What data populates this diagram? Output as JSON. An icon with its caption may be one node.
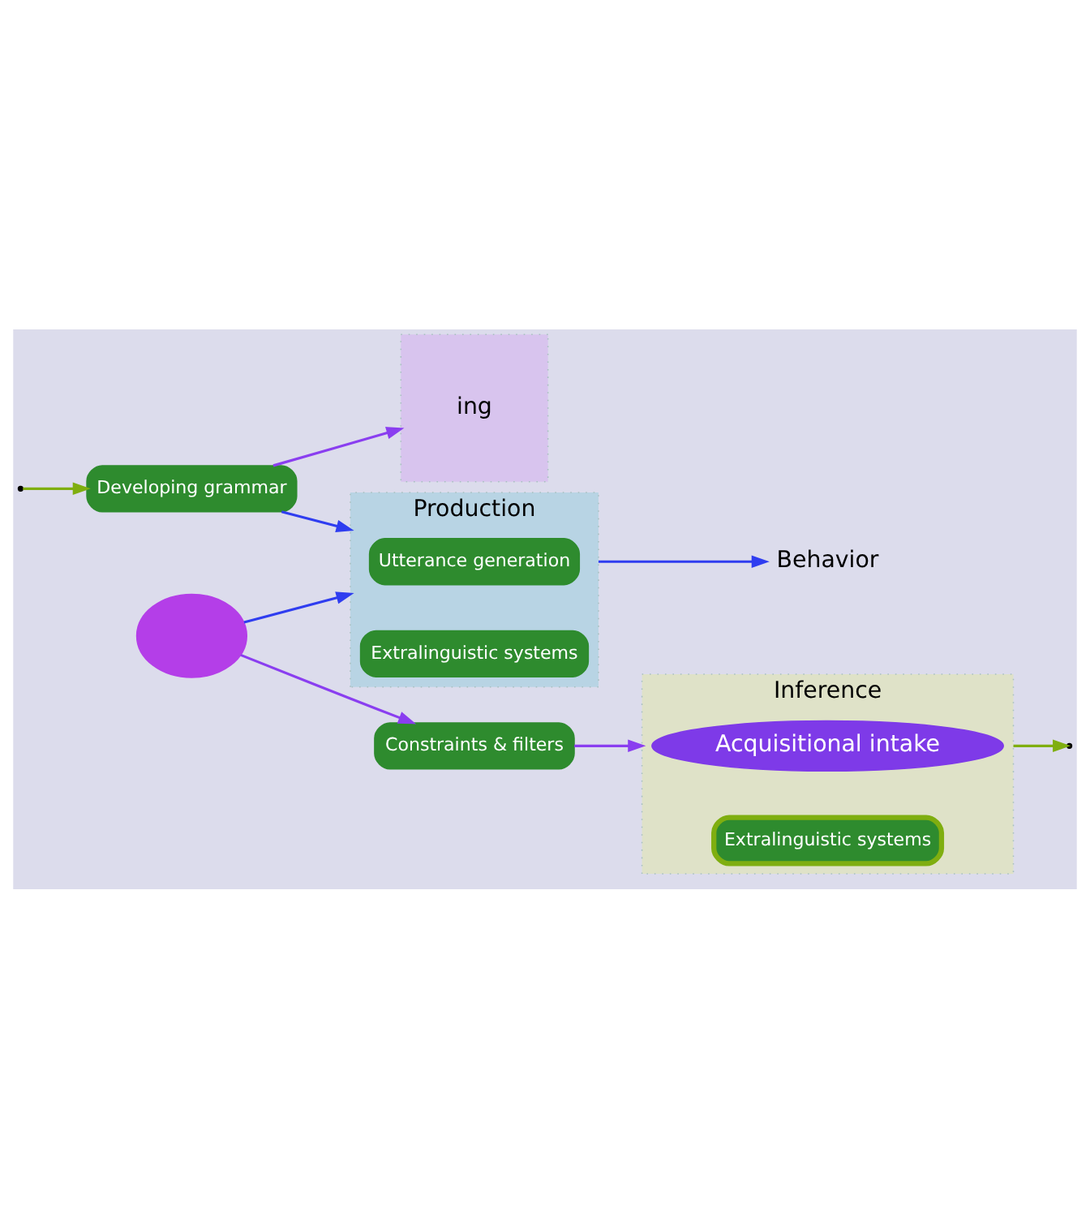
{
  "diagram": {
    "nodes": [
      {
        "text": [
          "Behavior"
        ]
      },
      {
        "text": [
          "ing"
        ]
      },
      {
        "text": [
          "Production"
        ]
      },
      {
        "text": [
          "Utterance generation"
        ],
        "in": 2
      },
      {
        "text": [
          "Extralinguistic systems"
        ],
        "in": 2
      },
      {
        "text": [
          "Developing grammar"
        ]
      },
      {
        "text": [
          "Inference"
        ]
      },
      {
        "text": [
          "Acquisitional intake"
        ],
        "in": 6
      },
      {
        "text": [
          "Extralinguistic systems"
        ],
        "in": 6
      },
      {
        "text": [
          "Constraints & filters"
        ]
      },
      {
        "text": [],
        "shape": "ellipse"
      }
    ],
    "edges": [
      {
        "from": 2,
        "to": 0,
        "arrow": "to",
        "color": "#2f3df0"
      },
      {
        "from": 5,
        "to": 1,
        "arrow": "to",
        "color": "#8a3ef0"
      },
      {
        "from": 5,
        "to": 2,
        "arrow": "to",
        "color": "#2f3df0"
      },
      {
        "from": 10,
        "to": 2,
        "arrow": "to",
        "color": "#2f3df0"
      },
      {
        "from": 10,
        "to": 9,
        "arrow": "to",
        "color": "#8a3ef0"
      },
      {
        "from": 9,
        "to": 6,
        "arrow": "to",
        "color": "#8a3ef0"
      },
      {
        "from": 6,
        "to": null,
        "arrow": "to",
        "color": "#7fae10"
      },
      {
        "from": null,
        "to": 5,
        "arrow": "to",
        "color": "#7fae10"
      }
    ]
  }
}
